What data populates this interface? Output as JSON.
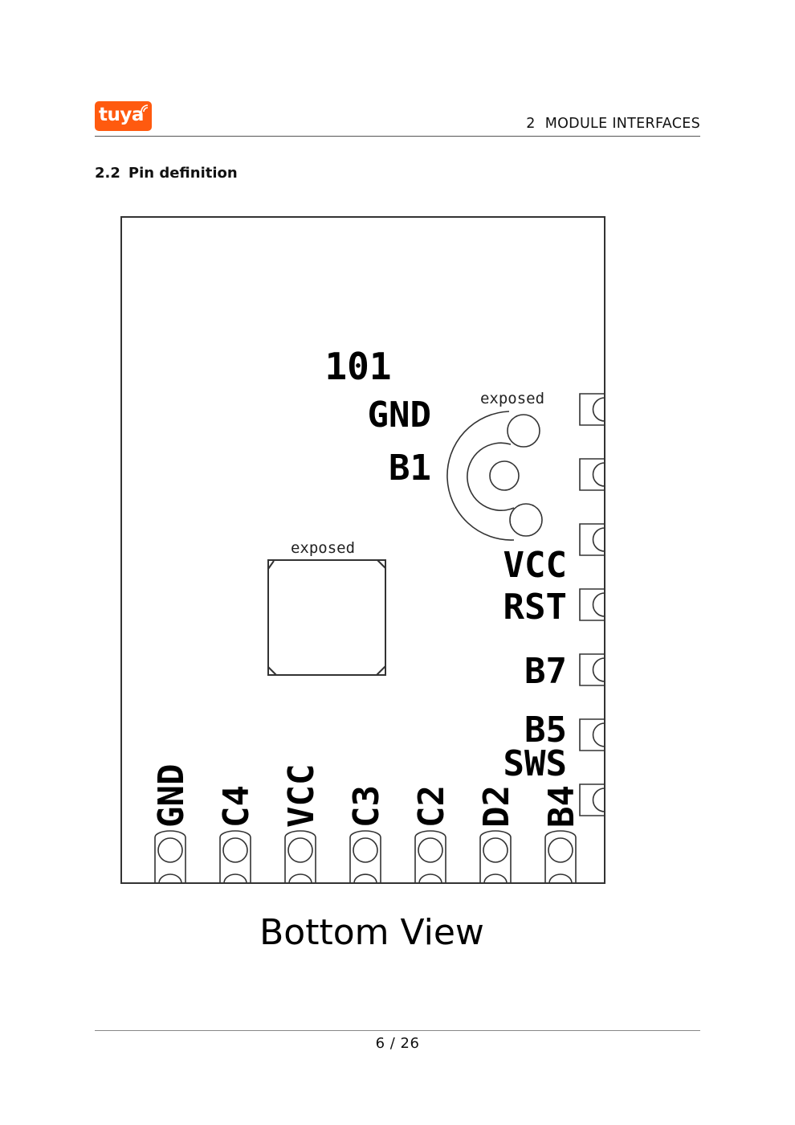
{
  "header": {
    "logo_text": "tuya",
    "logo_icon": "wifi-wave-icon",
    "brand_color": "#ff5a0f",
    "section_number": "2",
    "section_title": "MODULE INTERFACES"
  },
  "heading": {
    "number": "2.2",
    "title": "Pin definition"
  },
  "diagram": {
    "top_label": "101",
    "center_pins": [
      "GND",
      "B1"
    ],
    "exposed_label_right": "exposed",
    "exposed_label_left": "exposed",
    "right_pins": [
      "VCC",
      "RST",
      "B7",
      "B5",
      "SWS"
    ],
    "bottom_pins": [
      "GND",
      "C4",
      "VCC",
      "C3",
      "C2",
      "D2",
      "B4"
    ],
    "caption": "Bottom View"
  },
  "footer": {
    "page": "6 / 26"
  }
}
